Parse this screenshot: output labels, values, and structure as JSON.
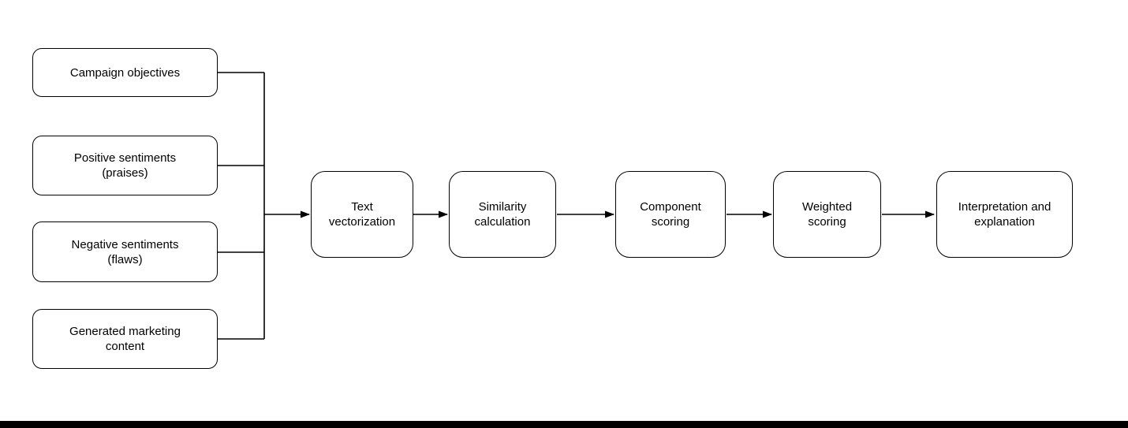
{
  "diagram": {
    "input_nodes": [
      {
        "label": "Campaign objectives"
      },
      {
        "label": "Positive sentiments\n(praises)"
      },
      {
        "label": "Negative sentiments\n(flaws)"
      },
      {
        "label": "Generated marketing\ncontent"
      }
    ],
    "process_nodes": [
      {
        "label": "Text\nvectorization"
      },
      {
        "label": "Similarity\ncalculation"
      },
      {
        "label": "Component\nscoring"
      },
      {
        "label": "Weighted\nscoring"
      },
      {
        "label": "Interpretation and\nexplanation"
      }
    ],
    "colors": {
      "stroke": "#000000",
      "node_fill": "#ffffff",
      "text": "#000000",
      "bottom_bar": "#000000"
    }
  }
}
